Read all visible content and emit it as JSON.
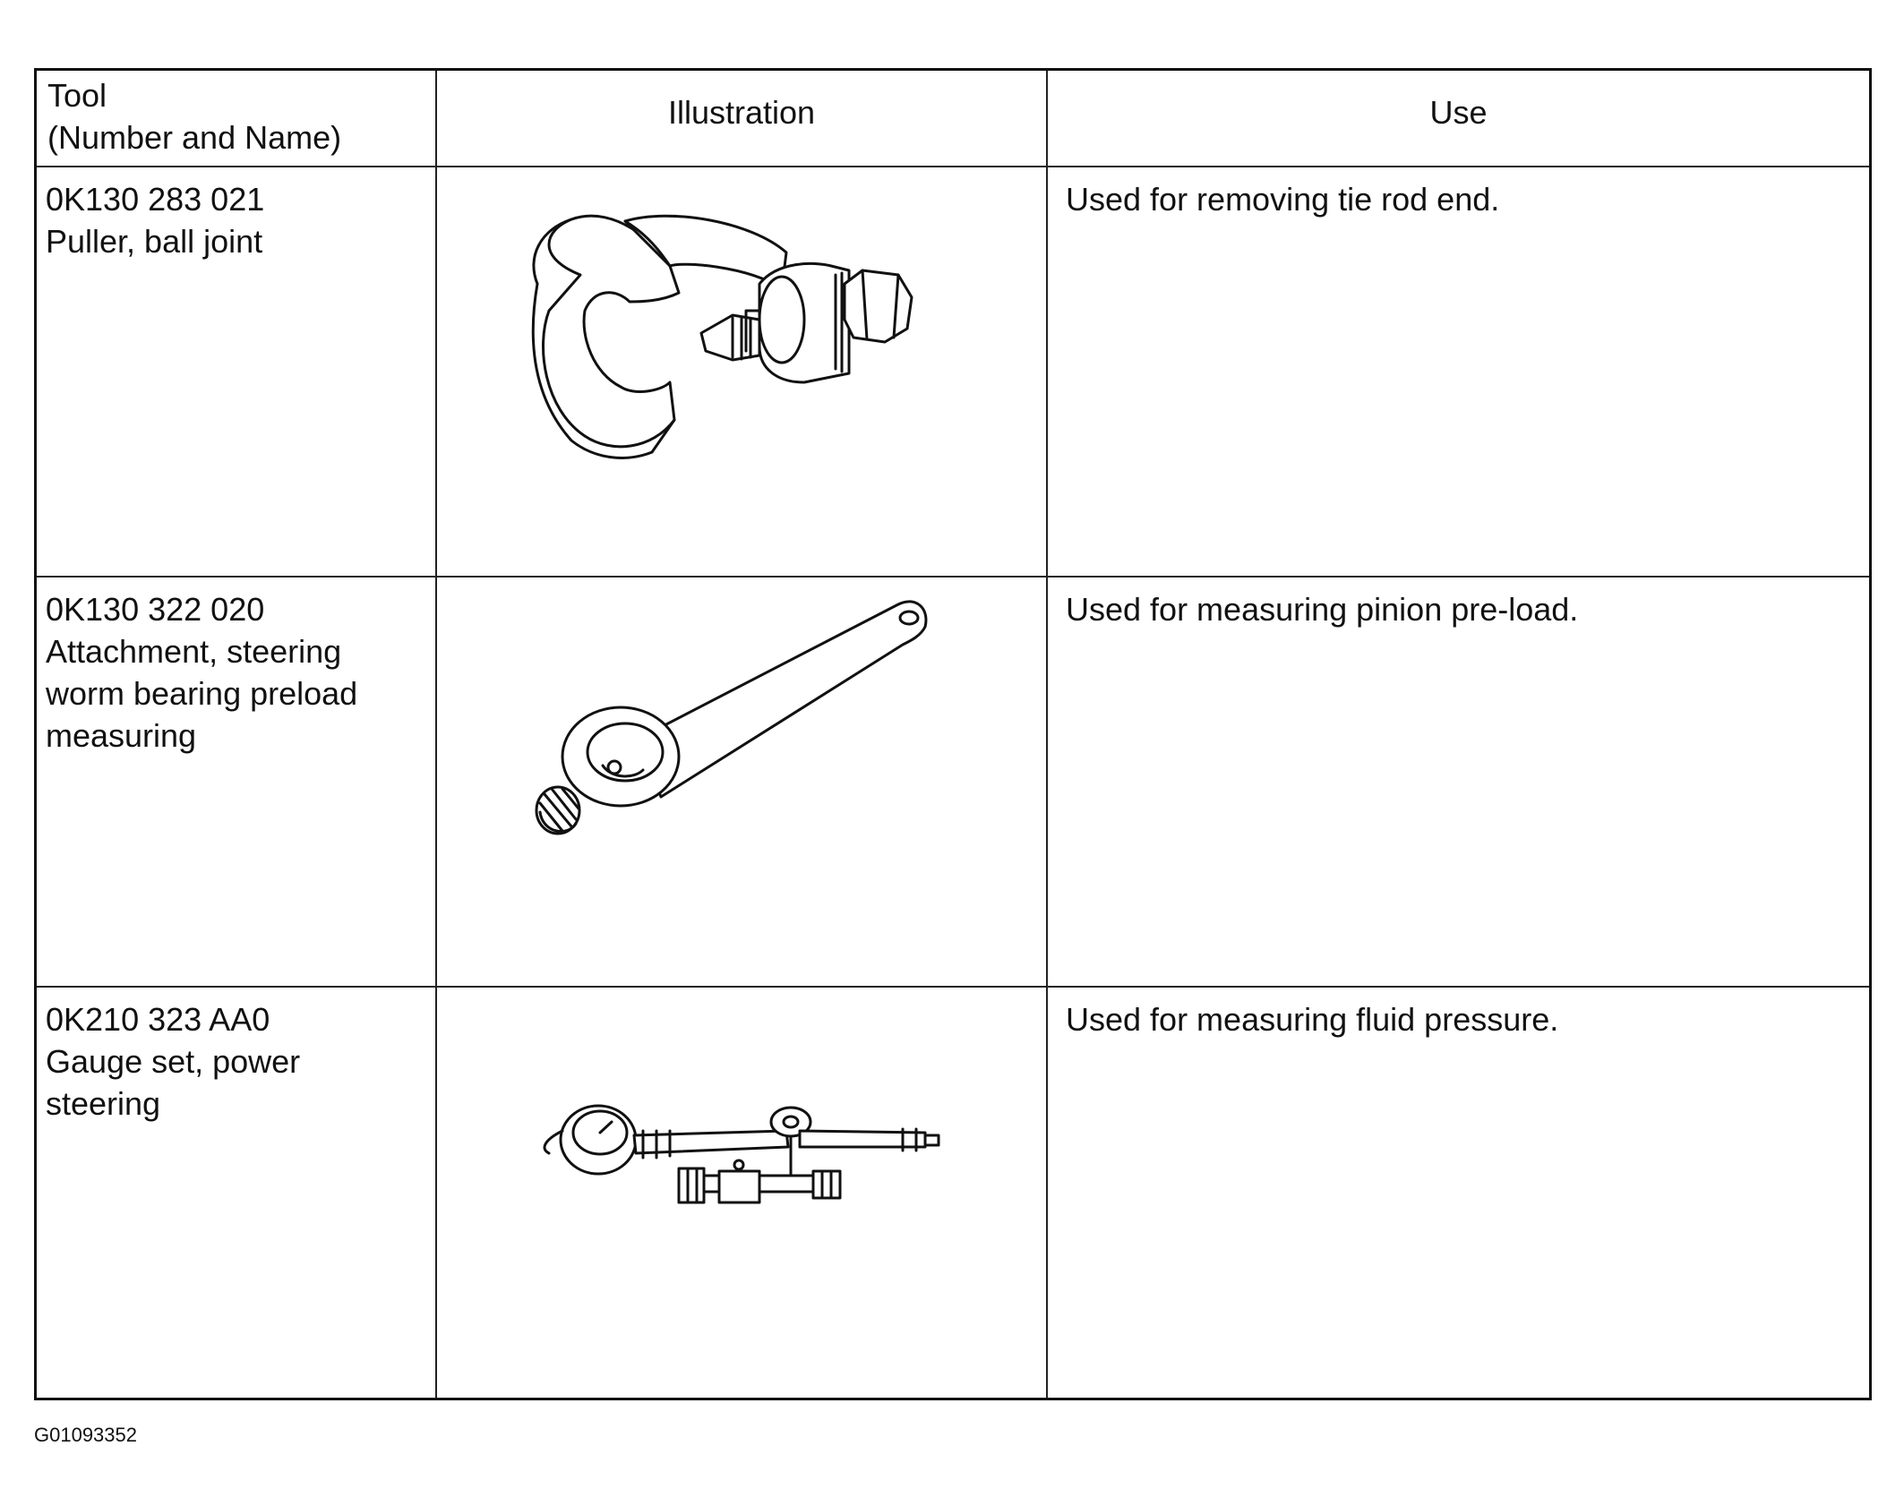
{
  "table": {
    "headers": {
      "tool_line1": "Tool",
      "tool_line2": "(Number and Name)",
      "illustration": "Illustration",
      "use": "Use"
    },
    "rows": [
      {
        "tool_lines": [
          "0K130 283 021",
          "Puller, ball joint"
        ],
        "illustration_icon": "ball-joint-puller-icon",
        "use": "Used for removing tie rod end."
      },
      {
        "tool_lines": [
          "0K130 322 020",
          "Attachment, steering",
          "worm bearing preload",
          "measuring"
        ],
        "illustration_icon": "preload-attachment-icon",
        "use": "Used for measuring pinion pre-load."
      },
      {
        "tool_lines": [
          "0K210 323 AA0",
          "Gauge set, power",
          "steering"
        ],
        "illustration_icon": "pressure-gauge-set-icon",
        "use": "Used for measuring fluid pressure."
      }
    ]
  },
  "figure_code": "G01093352"
}
